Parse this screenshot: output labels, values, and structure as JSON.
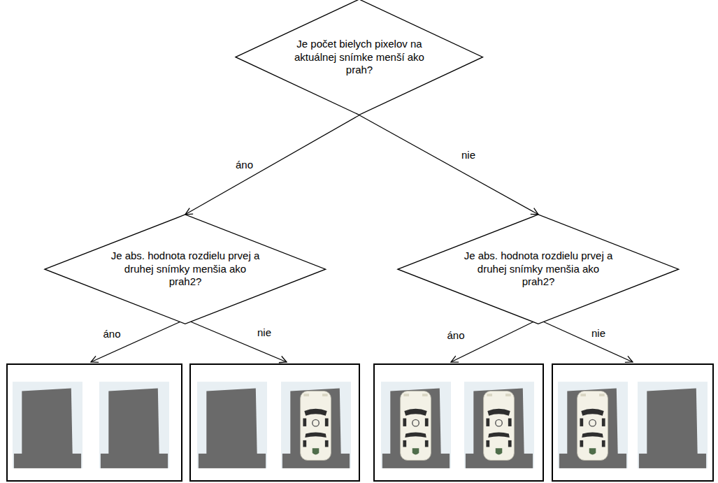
{
  "diagram": {
    "nodes": [
      {
        "text": [
          "Je počet bielych pixelov na aktuálnej snímke menší ako prah?"
        ]
      },
      {
        "text": [
          "Je abs. hodnota rozdielu prvej a druhej snímky menšia ako prah2?"
        ]
      },
      {
        "text": [
          "Je abs. hodnota rozdielu prvej a druhej snímky menšia ako prah2?"
        ]
      }
    ],
    "edges": [
      {
        "from": 0,
        "to": 1,
        "label": "áno",
        "arrow": "to"
      },
      {
        "from": 0,
        "to": 2,
        "label": "nie",
        "arrow": "to"
      }
    ],
    "labels": [
      "áno",
      "nie",
      "áno",
      "nie"
    ]
  }
}
